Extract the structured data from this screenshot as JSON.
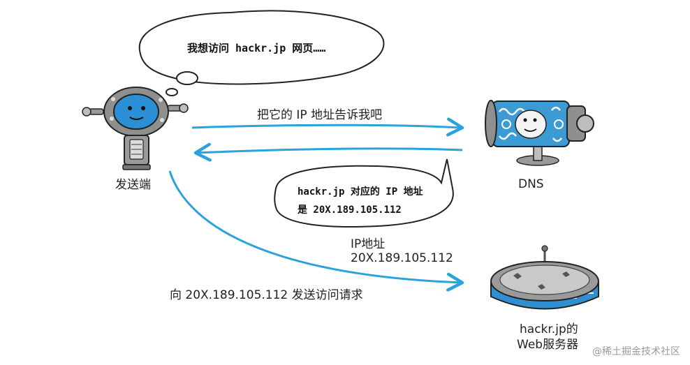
{
  "thought_bubble": {
    "text": "我想访问 hackr.jp 网页……"
  },
  "sender": {
    "label": "发送端"
  },
  "dns": {
    "label": "DNS"
  },
  "server": {
    "label_line1": "hackr.jp的",
    "label_line2": "Web服务器"
  },
  "arrows": {
    "query_label": "把它的 IP 地址告诉我吧",
    "ip_label_line1": "IP地址",
    "ip_label_line2": "20X.189.105.112",
    "request_label": "向 20X.189.105.112 发送访问请求"
  },
  "dns_bubble": {
    "line1": "hackr.jp 对应的 IP 地址",
    "line2": "是 20X.189.105.112"
  },
  "watermark": "@稀土掘金技术社区",
  "colors": {
    "arrow": "#2aa3dc",
    "robot_body": "#8f8f8f",
    "robot_face": "#2b8fd6",
    "dns_pattern": "#3d9bd3",
    "server_stripe": "#2f8fd1"
  }
}
